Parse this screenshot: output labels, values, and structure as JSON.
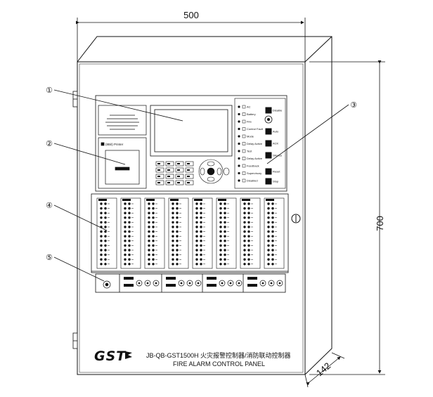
{
  "dimensions": {
    "width": "500",
    "height": "700",
    "depth": "142"
  },
  "callouts": [
    {
      "number": "①"
    },
    {
      "number": "②"
    },
    {
      "number": "③"
    },
    {
      "number": "④"
    },
    {
      "number": "⑤"
    }
  ],
  "printer_label": "(8Bit)  Printer",
  "status_indicators": [
    {
      "label": "AC"
    },
    {
      "label": "Battery"
    },
    {
      "label": "Fire"
    },
    {
      "label": "Control Fault"
    },
    {
      "label": "Mode"
    },
    {
      "label": "Delay Active"
    },
    {
      "label": "Test"
    },
    {
      "label": "Delay Active"
    },
    {
      "label": "Feedback"
    },
    {
      "label": "Supervisory"
    },
    {
      "label": "Disabled"
    }
  ],
  "side_buttons": [
    {
      "label": "Disable"
    },
    {
      "label": "Auto"
    },
    {
      "label": "ACK"
    },
    {
      "label": "Silence"
    },
    {
      "label": "Reset"
    },
    {
      "label": "Stop"
    }
  ],
  "nameplate": {
    "logo": "GST",
    "model_line": "JB-QB-GST1500H 火灾报警控制器/消防联动控制器",
    "subtitle": "FIRE ALARM CONTROL PANEL"
  }
}
